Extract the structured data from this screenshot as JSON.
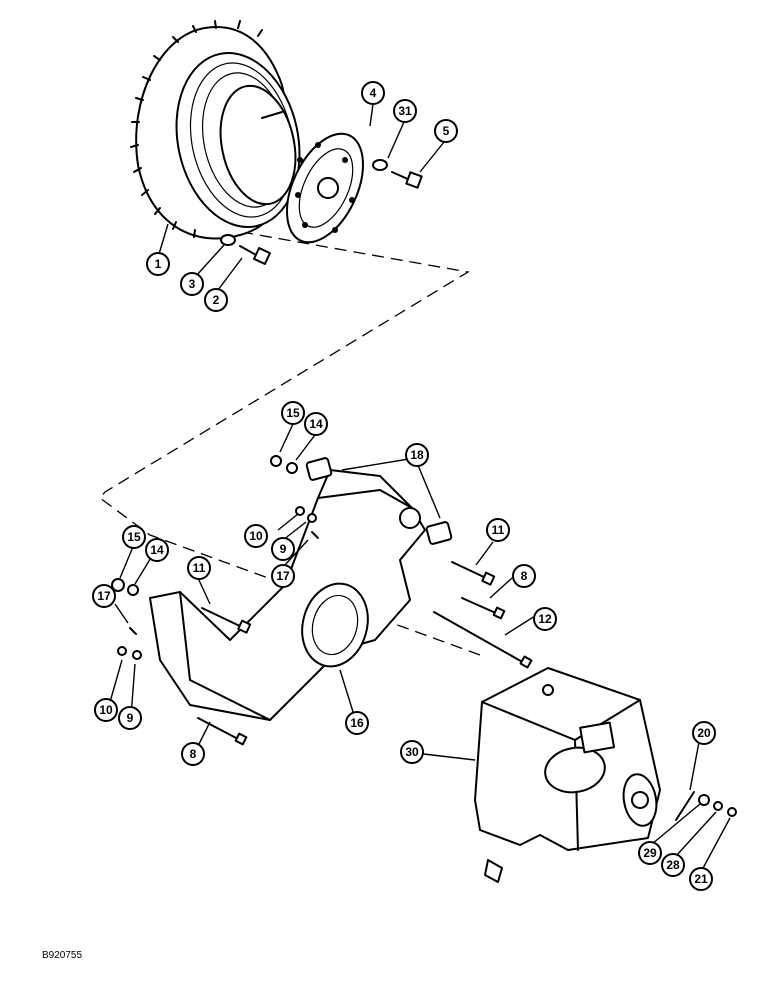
{
  "drawing_id": "B920755",
  "callouts": [
    {
      "id": "c1",
      "label": "1"
    },
    {
      "id": "c2",
      "label": "2"
    },
    {
      "id": "c3",
      "label": "3"
    },
    {
      "id": "c4",
      "label": "4"
    },
    {
      "id": "c5",
      "label": "5"
    },
    {
      "id": "c31",
      "label": "31"
    },
    {
      "id": "c15a",
      "label": "15"
    },
    {
      "id": "c14a",
      "label": "14"
    },
    {
      "id": "c18",
      "label": "18"
    },
    {
      "id": "c10a",
      "label": "10"
    },
    {
      "id": "c9a",
      "label": "9"
    },
    {
      "id": "c17a",
      "label": "17"
    },
    {
      "id": "c11a",
      "label": "11"
    },
    {
      "id": "c8a",
      "label": "8"
    },
    {
      "id": "c12",
      "label": "12"
    },
    {
      "id": "c15b",
      "label": "15"
    },
    {
      "id": "c14b",
      "label": "14"
    },
    {
      "id": "c17b",
      "label": "17"
    },
    {
      "id": "c11b",
      "label": "11"
    },
    {
      "id": "c10b",
      "label": "10"
    },
    {
      "id": "c9b",
      "label": "9"
    },
    {
      "id": "c16",
      "label": "16"
    },
    {
      "id": "c8b",
      "label": "8"
    },
    {
      "id": "c30",
      "label": "30"
    },
    {
      "id": "c20",
      "label": "20"
    },
    {
      "id": "c29",
      "label": "29"
    },
    {
      "id": "c28",
      "label": "28"
    },
    {
      "id": "c21",
      "label": "21"
    }
  ]
}
